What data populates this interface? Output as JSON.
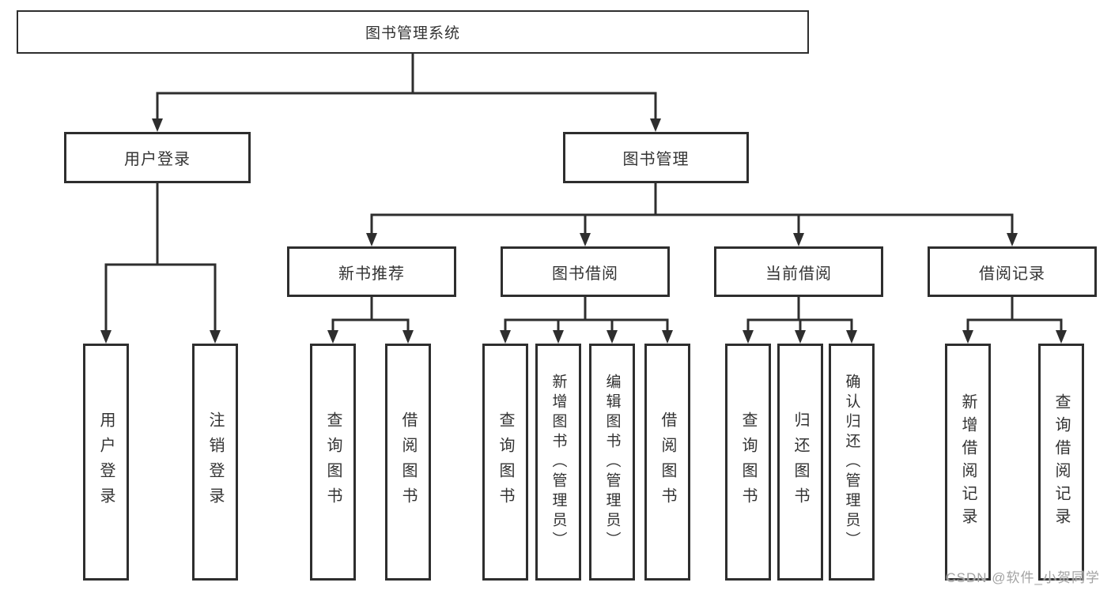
{
  "diagram": {
    "type": "hierarchy",
    "watermark": "CSDN @软件_小贺同学",
    "colors": {
      "line": "#2e2e2e",
      "text": "#333333",
      "background": "#ffffff",
      "watermark": "#a3a3a3"
    },
    "tree": {
      "label": "图书管理系统",
      "children": [
        {
          "label": "用户登录",
          "children": [
            {
              "label": "用户登录"
            },
            {
              "label": "注销登录"
            }
          ]
        },
        {
          "label": "图书管理",
          "children": [
            {
              "label": "新书推荐",
              "children": [
                {
                  "label": "查询图书"
                },
                {
                  "label": "借阅图书"
                }
              ]
            },
            {
              "label": "图书借阅",
              "children": [
                {
                  "label": "查询图书"
                },
                {
                  "label": "新增图书（管理员）"
                },
                {
                  "label": "编辑图书（管理员）"
                },
                {
                  "label": "借阅图书"
                }
              ]
            },
            {
              "label": "当前借阅",
              "children": [
                {
                  "label": "查询图书"
                },
                {
                  "label": "归还图书"
                },
                {
                  "label": "确认归还（管理员）"
                }
              ]
            },
            {
              "label": "借阅记录",
              "children": [
                {
                  "label": "新增借阅记录"
                },
                {
                  "label": "查询借阅记录"
                }
              ]
            }
          ]
        }
      ]
    }
  }
}
